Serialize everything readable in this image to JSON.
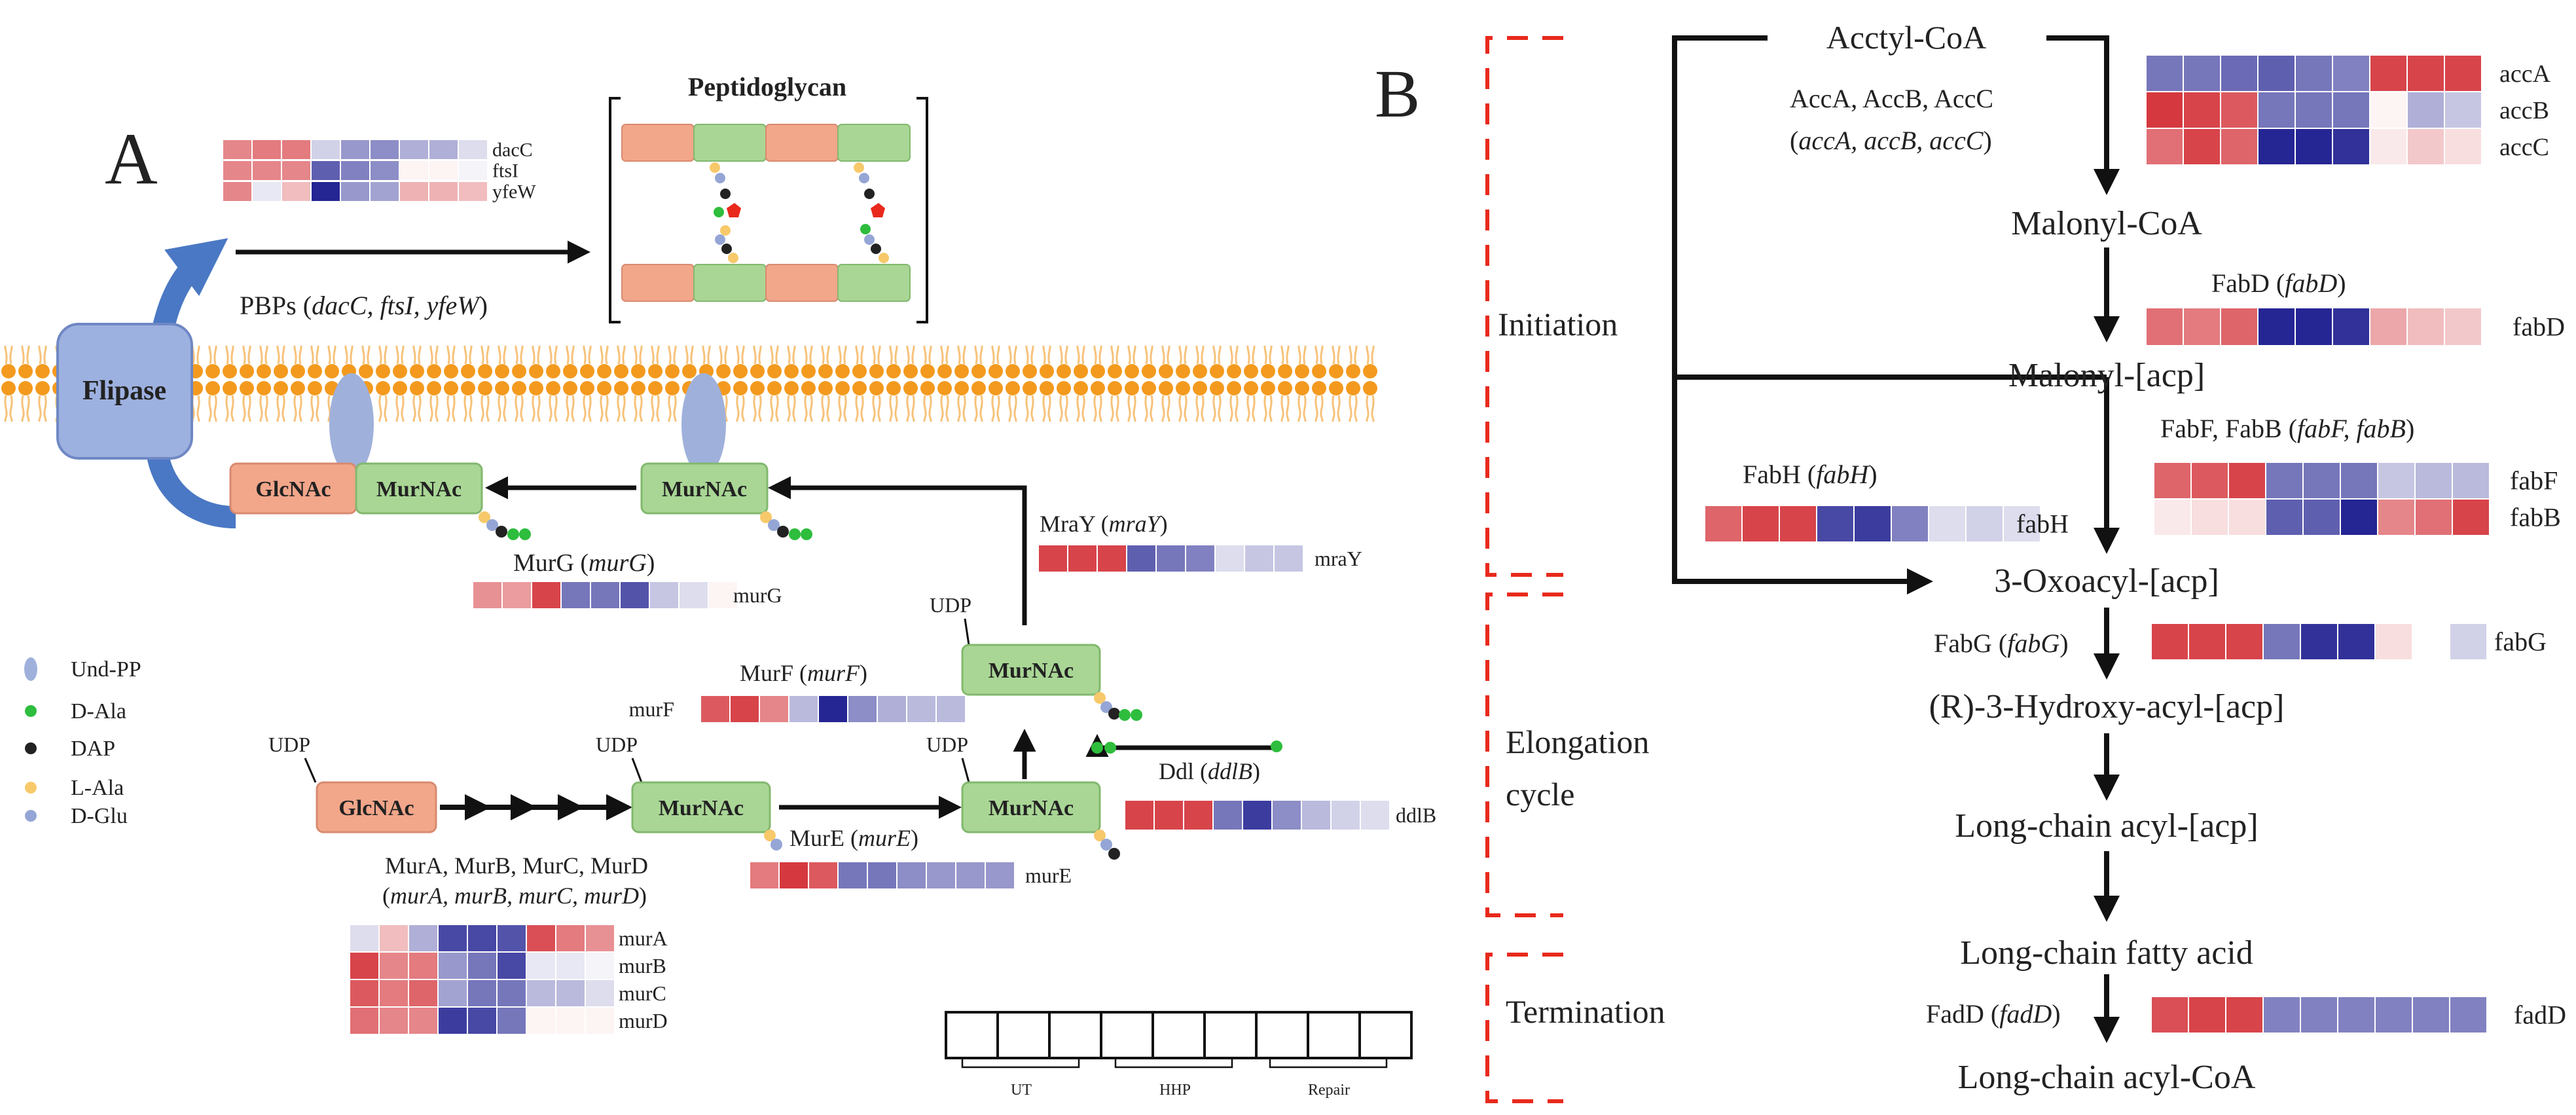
{
  "panels": {
    "a_label": "A",
    "b_label": "B"
  },
  "colors": {
    "lipid_head": "#f39a1e",
    "lipid_tail": "#f7c27a",
    "flipase": "#9db1e0",
    "glcnac": "#f2a68a",
    "murnac": "#a9d695",
    "undpp": "#9fb1db",
    "dala": "#2ebd3d",
    "dap": "#222222",
    "lala": "#f7c96a",
    "dglu": "#95a6d6",
    "pentagon": "#e8291c",
    "phase_bracket": "#e8291c",
    "heat_high": "#d0232a",
    "heat_low": "#1a1a8e"
  },
  "panel_a": {
    "peptidoglycan_label": "Peptidoglycan",
    "pbps_prefix": "PBPs (",
    "pbps_genes": "dacC, ftsI, yfeW",
    "pbps_suffix": ")",
    "flipase_label": "Flipase",
    "glcnac_label": "GlcNAc",
    "murnac_label": "MurNAc",
    "udp_label": "UDP",
    "murg": {
      "enzyme": "MurG (",
      "gene": "murG",
      "close": ")"
    },
    "mray": {
      "enzyme": "MraY (",
      "gene": "mraY",
      "close": ")"
    },
    "murf": {
      "enzyme": "MurF (",
      "gene": "murF",
      "close": ")"
    },
    "mure": {
      "enzyme": "MurE (",
      "gene": "murE",
      "close": ")"
    },
    "ddl": {
      "enzyme": "Ddl (",
      "gene": "ddlB",
      "close": ")"
    },
    "murabcd_enzymes": "MurA, MurB, MurC, MurD",
    "murabcd_genes_open": "(",
    "murabcd_genes": "murA, murB, murC, murD",
    "murabcd_genes_close": ")",
    "legend": [
      {
        "symbol": "und-pp",
        "label": "Und-PP"
      },
      {
        "symbol": "d-ala",
        "label": "D-Ala"
      },
      {
        "symbol": "dap",
        "label": "DAP"
      },
      {
        "symbol": "l-ala",
        "label": "L-Ala"
      },
      {
        "symbol": "d-glu",
        "label": "D-Glu"
      }
    ],
    "group_legend": [
      "UT",
      "HHP",
      "Repair"
    ]
  },
  "panel_b": {
    "phases": [
      "Initiation",
      "Elongation",
      "cycle",
      "Termination"
    ],
    "metabolites": {
      "acetyl_coa": "Acctyl-CoA",
      "malonyl_coa": "Malonyl-CoA",
      "malonyl_acp": "Malonyl-[acp]",
      "oxoacyl_acp": "3-Oxoacyl-[acp]",
      "hydroxyacyl_acp": "(R)-3-Hydroxy-acyl-[acp]",
      "longchain_acyl_acp": "Long-chain acyl-[acp]",
      "longchain_fatty_acid": "Long-chain fatty acid",
      "longchain_acyl_coa": "Long-chain acyl-CoA"
    },
    "acc_enzymes": "AccA, AccB, AccC",
    "acc_open": "(",
    "acc_genes": "accA, accB, accC",
    "acc_close": ")",
    "fabd": {
      "enzyme": "FabD (",
      "gene": "fabD",
      "close": ")"
    },
    "fabfb": {
      "enzyme": "FabF, FabB (",
      "gene": "fabF, fabB",
      "close": ")"
    },
    "fabh": {
      "enzyme": "FabH (",
      "gene": "fabH",
      "close": ")"
    },
    "fabg": {
      "enzyme": "FabG (",
      "gene": "fabG",
      "close": ")"
    },
    "fadd": {
      "enzyme": "FadD (",
      "gene": "fadD",
      "close": ")"
    }
  },
  "heatmaps": [
    {
      "gene": "dacC",
      "values": [
        0.55,
        0.6,
        0.6,
        -0.2,
        -0.45,
        -0.5,
        -0.35,
        -0.35,
        -0.15
      ]
    },
    {
      "gene": "ftsI",
      "values": [
        0.55,
        0.55,
        0.55,
        -0.7,
        -0.55,
        -0.5,
        0.05,
        0.05,
        -0.05
      ]
    },
    {
      "gene": "yfeW",
      "values": [
        0.55,
        -0.1,
        0.3,
        -0.95,
        -0.45,
        -0.4,
        0.35,
        0.35,
        0.3
      ]
    },
    {
      "gene": "murG",
      "values": [
        0.5,
        0.45,
        0.85,
        -0.6,
        -0.6,
        -0.75,
        -0.25,
        -0.15,
        0.05
      ]
    },
    {
      "gene": "mraY",
      "values": [
        0.85,
        0.85,
        0.85,
        -0.7,
        -0.6,
        -0.55,
        -0.15,
        -0.25,
        -0.25
      ]
    },
    {
      "gene": "murF",
      "values": [
        0.75,
        0.85,
        0.55,
        -0.3,
        -0.95,
        -0.5,
        -0.35,
        -0.3,
        -0.3
      ]
    },
    {
      "gene": "ddlB",
      "values": [
        0.85,
        0.85,
        0.85,
        -0.6,
        -0.85,
        -0.5,
        -0.3,
        -0.2,
        -0.15
      ]
    },
    {
      "gene": "murE",
      "values": [
        0.6,
        0.9,
        0.75,
        -0.6,
        -0.6,
        -0.5,
        -0.45,
        -0.45,
        -0.45
      ]
    },
    {
      "gene": "murA",
      "values": [
        -0.15,
        0.3,
        -0.35,
        -0.8,
        -0.8,
        -0.75,
        0.8,
        0.6,
        0.5
      ]
    },
    {
      "gene": "murB",
      "values": [
        0.85,
        0.55,
        0.6,
        -0.45,
        -0.6,
        -0.8,
        -0.1,
        -0.1,
        -0.05
      ]
    },
    {
      "gene": "murC",
      "values": [
        0.75,
        0.6,
        0.7,
        -0.4,
        -0.6,
        -0.6,
        -0.3,
        -0.3,
        -0.15
      ]
    },
    {
      "gene": "murD",
      "values": [
        0.65,
        0.55,
        0.55,
        -0.85,
        -0.8,
        -0.6,
        0.05,
        0.05,
        0.05
      ]
    },
    {
      "gene": "accA",
      "values": [
        -0.6,
        -0.6,
        -0.65,
        -0.7,
        -0.6,
        -0.55,
        0.85,
        0.85,
        0.85
      ]
    },
    {
      "gene": "accB",
      "values": [
        0.9,
        0.85,
        0.75,
        -0.6,
        -0.6,
        -0.6,
        0.05,
        -0.35,
        -0.25
      ]
    },
    {
      "gene": "accC",
      "values": [
        0.65,
        0.85,
        0.7,
        -0.95,
        -0.95,
        -0.9,
        0.1,
        0.25,
        0.15
      ]
    },
    {
      "gene": "fabD",
      "values": [
        0.65,
        0.6,
        0.7,
        -0.95,
        -0.95,
        -0.9,
        0.4,
        0.3,
        0.25
      ]
    },
    {
      "gene": "fabF",
      "values": [
        0.7,
        0.75,
        0.85,
        -0.6,
        -0.6,
        -0.6,
        -0.25,
        -0.3,
        -0.3
      ]
    },
    {
      "gene": "fabB",
      "values": [
        0.1,
        0.15,
        0.15,
        -0.7,
        -0.7,
        -0.95,
        0.55,
        0.65,
        0.85
      ]
    },
    {
      "gene": "fabH",
      "values": [
        0.7,
        0.85,
        0.85,
        -0.8,
        -0.85,
        -0.55,
        -0.15,
        -0.2,
        -0.15
      ]
    },
    {
      "gene": "fabG",
      "values": [
        0.85,
        0.85,
        0.85,
        -0.6,
        -0.9,
        -0.9,
        0.15,
        0.0,
        -0.2
      ]
    },
    {
      "gene": "fadD",
      "values": [
        0.8,
        0.85,
        0.85,
        -0.55,
        -0.55,
        -0.55,
        -0.55,
        -0.55,
        -0.55
      ]
    }
  ]
}
